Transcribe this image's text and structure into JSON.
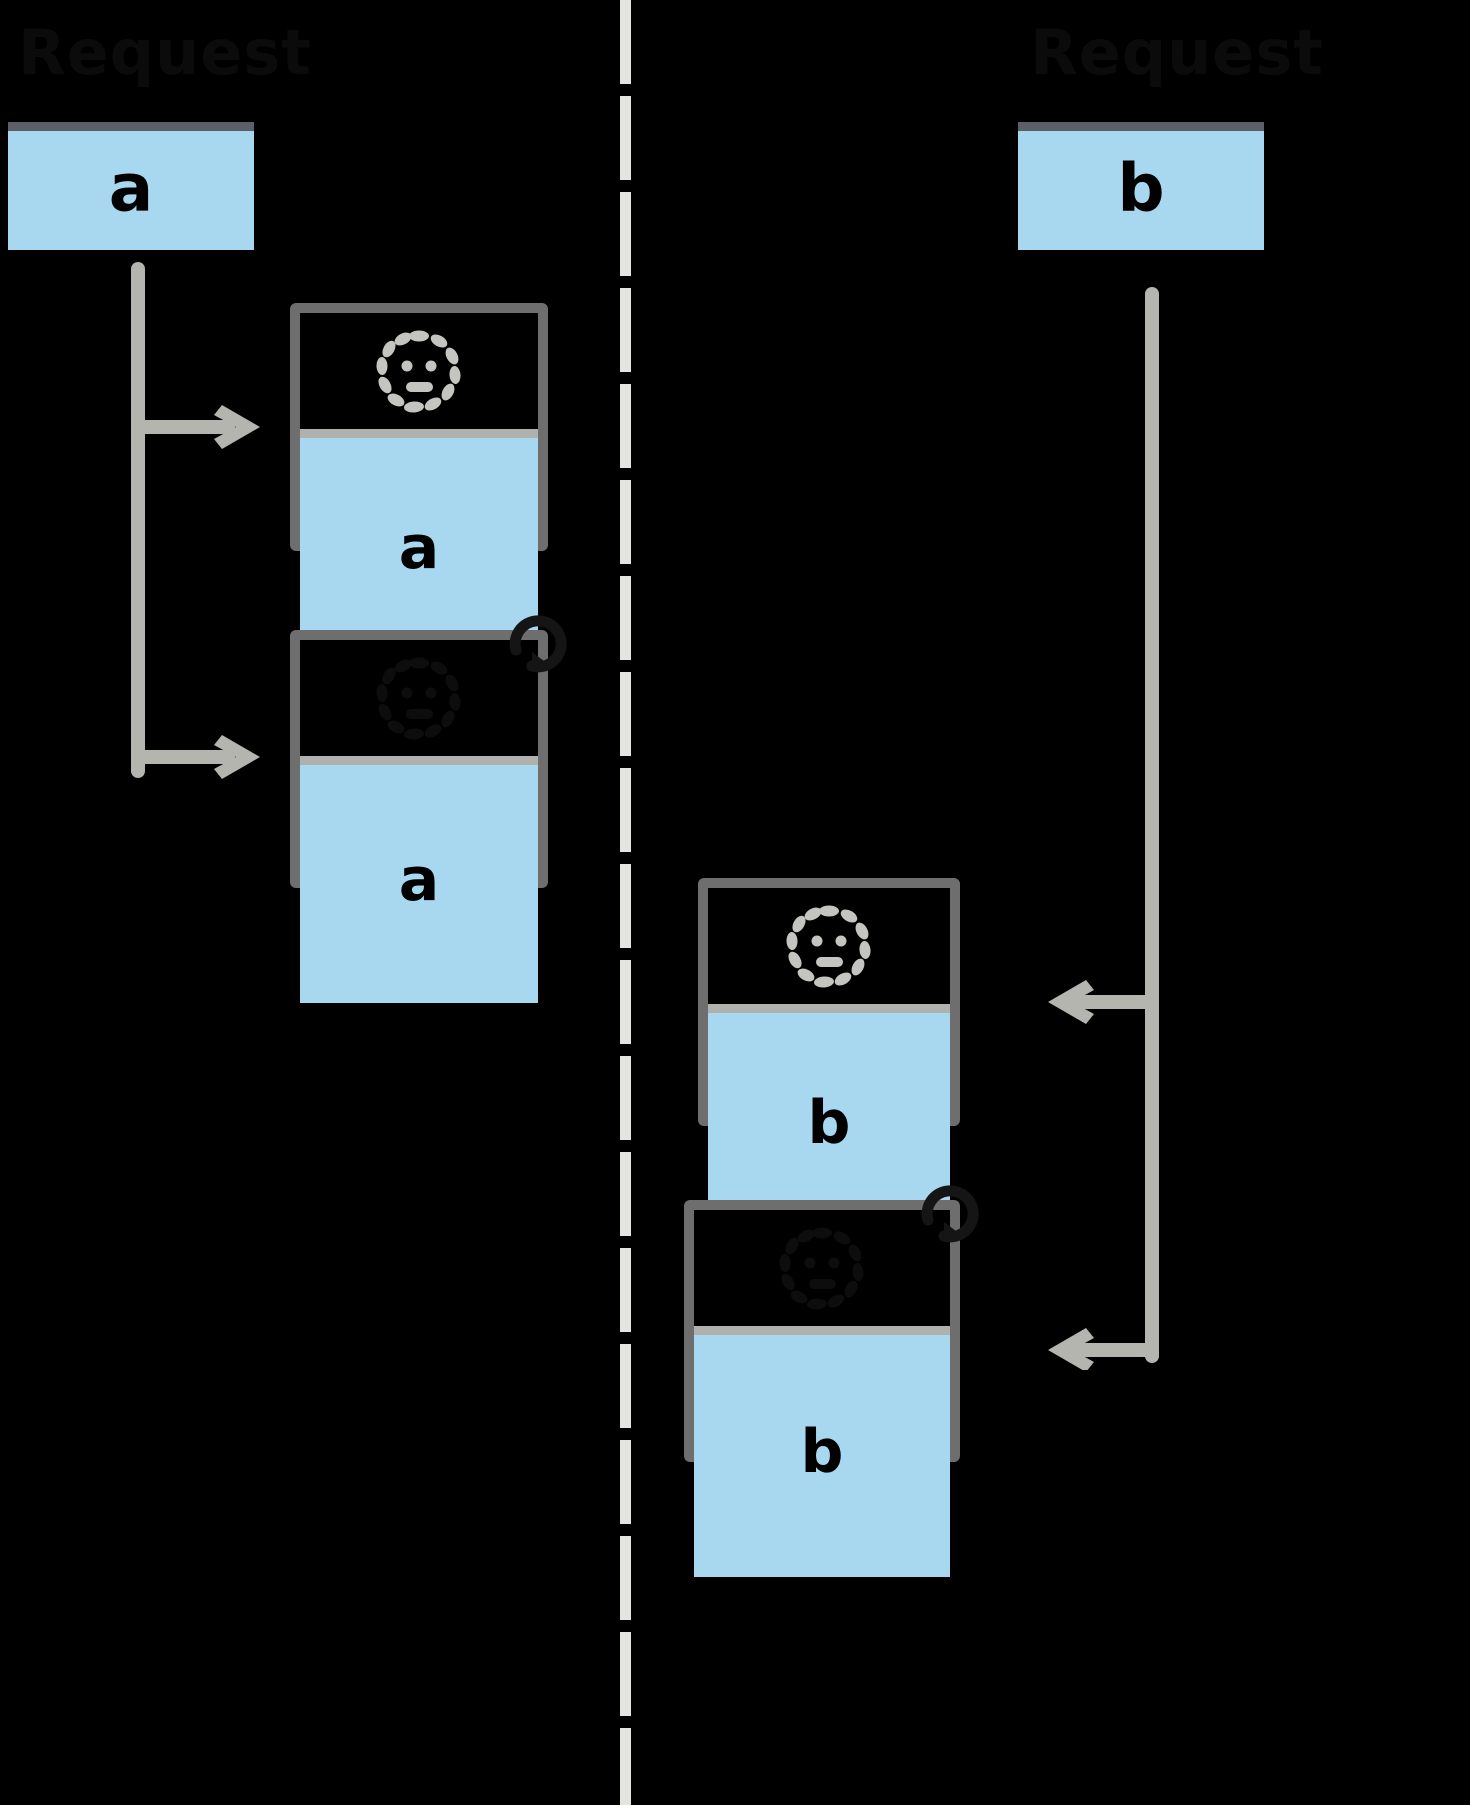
{
  "diagram": {
    "type": "two-column-replication-diagram",
    "background": "#000000",
    "accent_fill": "#a8d8f0",
    "border_color": "#6e6e6e",
    "connector_color": "#b5b5b0",
    "divider_color": "#e3e3e0",
    "header_bar_color": "#5c5f66"
  },
  "columns": {
    "left": {
      "title": "Request",
      "root": {
        "label": "a",
        "name": "root-node-a"
      },
      "children": [
        {
          "label": "a",
          "icon": "dashed-face-icon",
          "has_badge": false,
          "state": "active"
        },
        {
          "label": "a",
          "icon": "dashed-face-icon",
          "has_badge": true,
          "state": "dimmed"
        }
      ]
    },
    "right": {
      "title": "Request",
      "root": {
        "label": "b",
        "name": "root-node-b"
      },
      "children": [
        {
          "label": "b",
          "icon": "dashed-face-icon",
          "has_badge": false,
          "state": "active"
        },
        {
          "label": "b",
          "icon": "dashed-face-icon",
          "has_badge": true,
          "state": "dimmed"
        }
      ]
    }
  },
  "connectors": {
    "left": {
      "direction": "right",
      "count": 2,
      "color": "#b5b5b0"
    },
    "right": {
      "direction": "left",
      "count": 2,
      "color": "#b5b5b0"
    }
  },
  "divider": {
    "style": "dashed",
    "orientation": "vertical"
  }
}
